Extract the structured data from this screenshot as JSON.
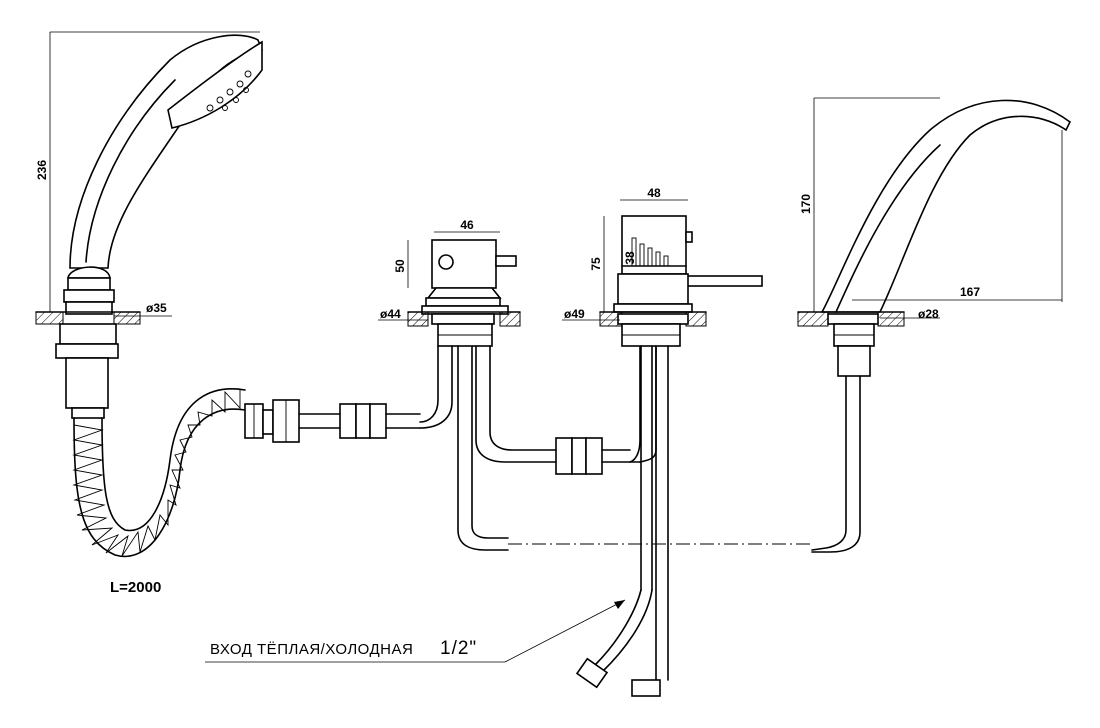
{
  "dimensions": {
    "handshower_height": "236",
    "handshower_base_dia": "ø35",
    "hose_length": "L=2000",
    "diverter_width": "46",
    "diverter_height": "50",
    "diverter_base_dia": "ø44",
    "mixer_width": "48",
    "mixer_height": "75",
    "mixer_inner": "38",
    "mixer_base_dia": "ø49",
    "spout_height": "170",
    "spout_reach": "167",
    "spout_base_dia": "ø28"
  },
  "caption": {
    "inlet_label": "ВХОД  ТЁПЛАЯ/ХОЛОДНАЯ",
    "inlet_size": "1/2\""
  }
}
